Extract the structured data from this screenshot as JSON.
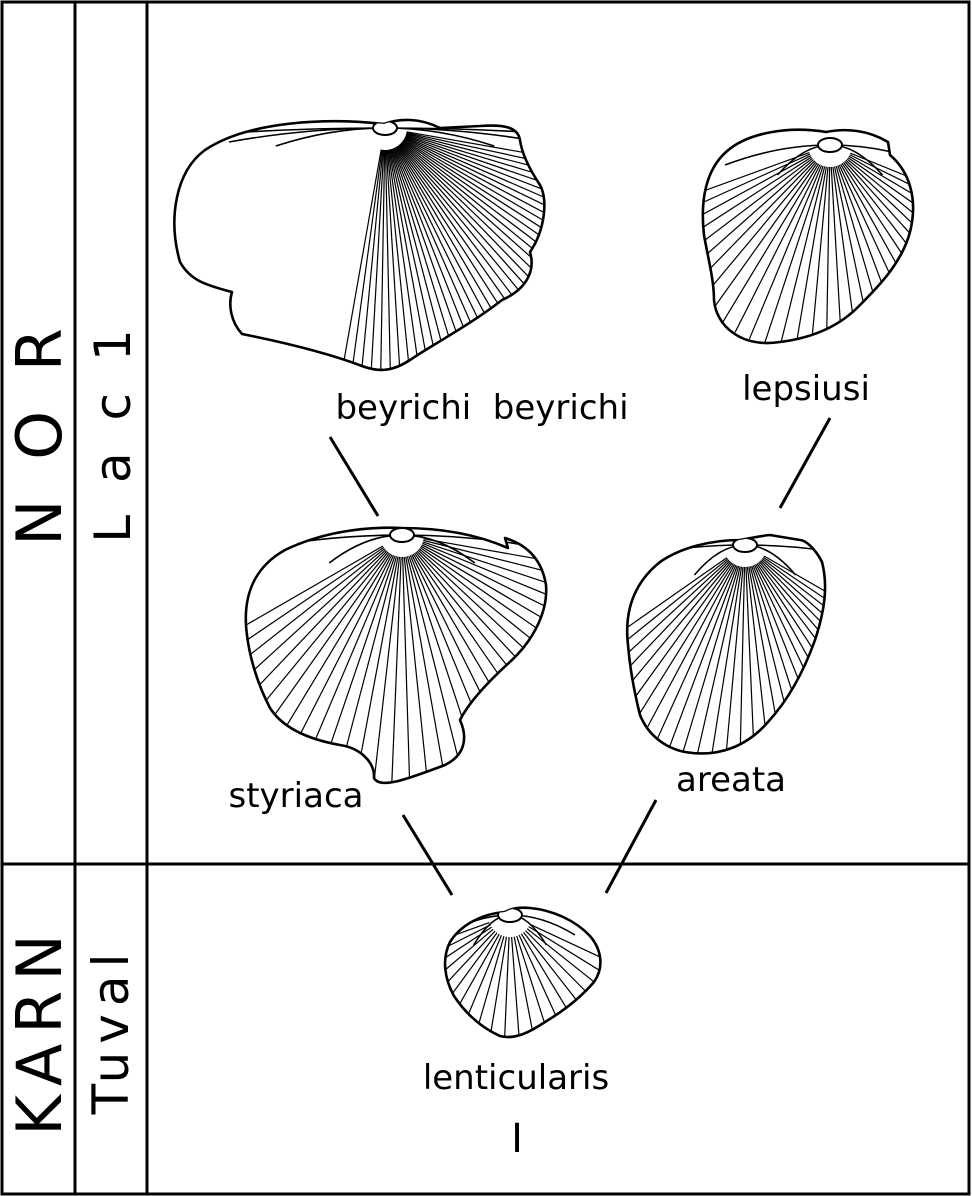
{
  "stages": {
    "upper": {
      "name": "N O R",
      "substage": "L a c 1"
    },
    "lower": {
      "name": "KARN",
      "substage": "Tuval"
    }
  },
  "taxa": {
    "beyrichi": "beyrichi  beyrichi",
    "lepsiusi": "lepsiusi",
    "styriaca": "styriaca",
    "areata": "areata",
    "lenticularis": "lenticularis",
    "lenticularis_mark": "I"
  }
}
